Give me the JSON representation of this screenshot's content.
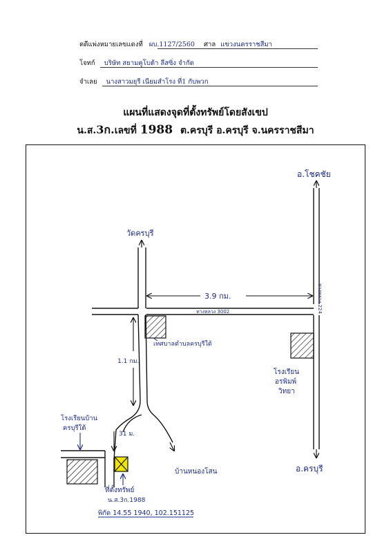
{
  "header": {
    "case_label": "คดีแพ่งหมายเลขแดงที่",
    "case_no": "ผบ.1127/2560",
    "court_label": "ศาล",
    "court": "แขวงนครราชสีมา",
    "plaintiff_label": "โจทก์",
    "plaintiff": "บริษัท สยามคูโบต้า ลีสซิ่ง จำกัด",
    "defendant_label": "จำเลย",
    "defendant": "นางสาวมยุรี เนียมสำโรง ที่1 กับพวก"
  },
  "title": {
    "line1": "แผนที่แสดงจุดที่ตั้งทรัพย์โดยสังเขป",
    "line2_prefix": "น.ส.",
    "line2_doc": "3ก.",
    "line2_mid": "เลขที่",
    "line2_number": "1988",
    "line2_location": "ต.ครบุรี อ.ครบุรี จ.นครราชสีมา"
  },
  "map": {
    "labels": {
      "north_dest": "อ.โชคชัย",
      "south_dest": "อ.ครบุรี",
      "temple": "วัดครบุรี",
      "distance_main": "3.9 กม.",
      "highway_3002": "ทางหลวง 3002",
      "highway_224": "ทางหลวง 224",
      "municipality": "เทศบาลตำบลครบุรีใต้",
      "school_right_1": "โรงเรียน",
      "school_right_2": "อรพิมพ์",
      "school_right_3": "วิทยา",
      "distance_branch": "1.1 กม.",
      "school_left_1": "โรงเรียนบ้าน",
      "school_left_2": "ครบุรีใต้",
      "distance_short": "31 ม.",
      "village": "บ้านหนองโสน",
      "property_1": "ที่ตั้งทรัพย์",
      "property_2": "น.ส.3ก.1988",
      "coords": "พิกัด 14.55 1940, 102.151125"
    },
    "colors": {
      "ink": "#111111",
      "handwriting": "#1b2b8f",
      "property_fill": "#f2e600"
    }
  }
}
